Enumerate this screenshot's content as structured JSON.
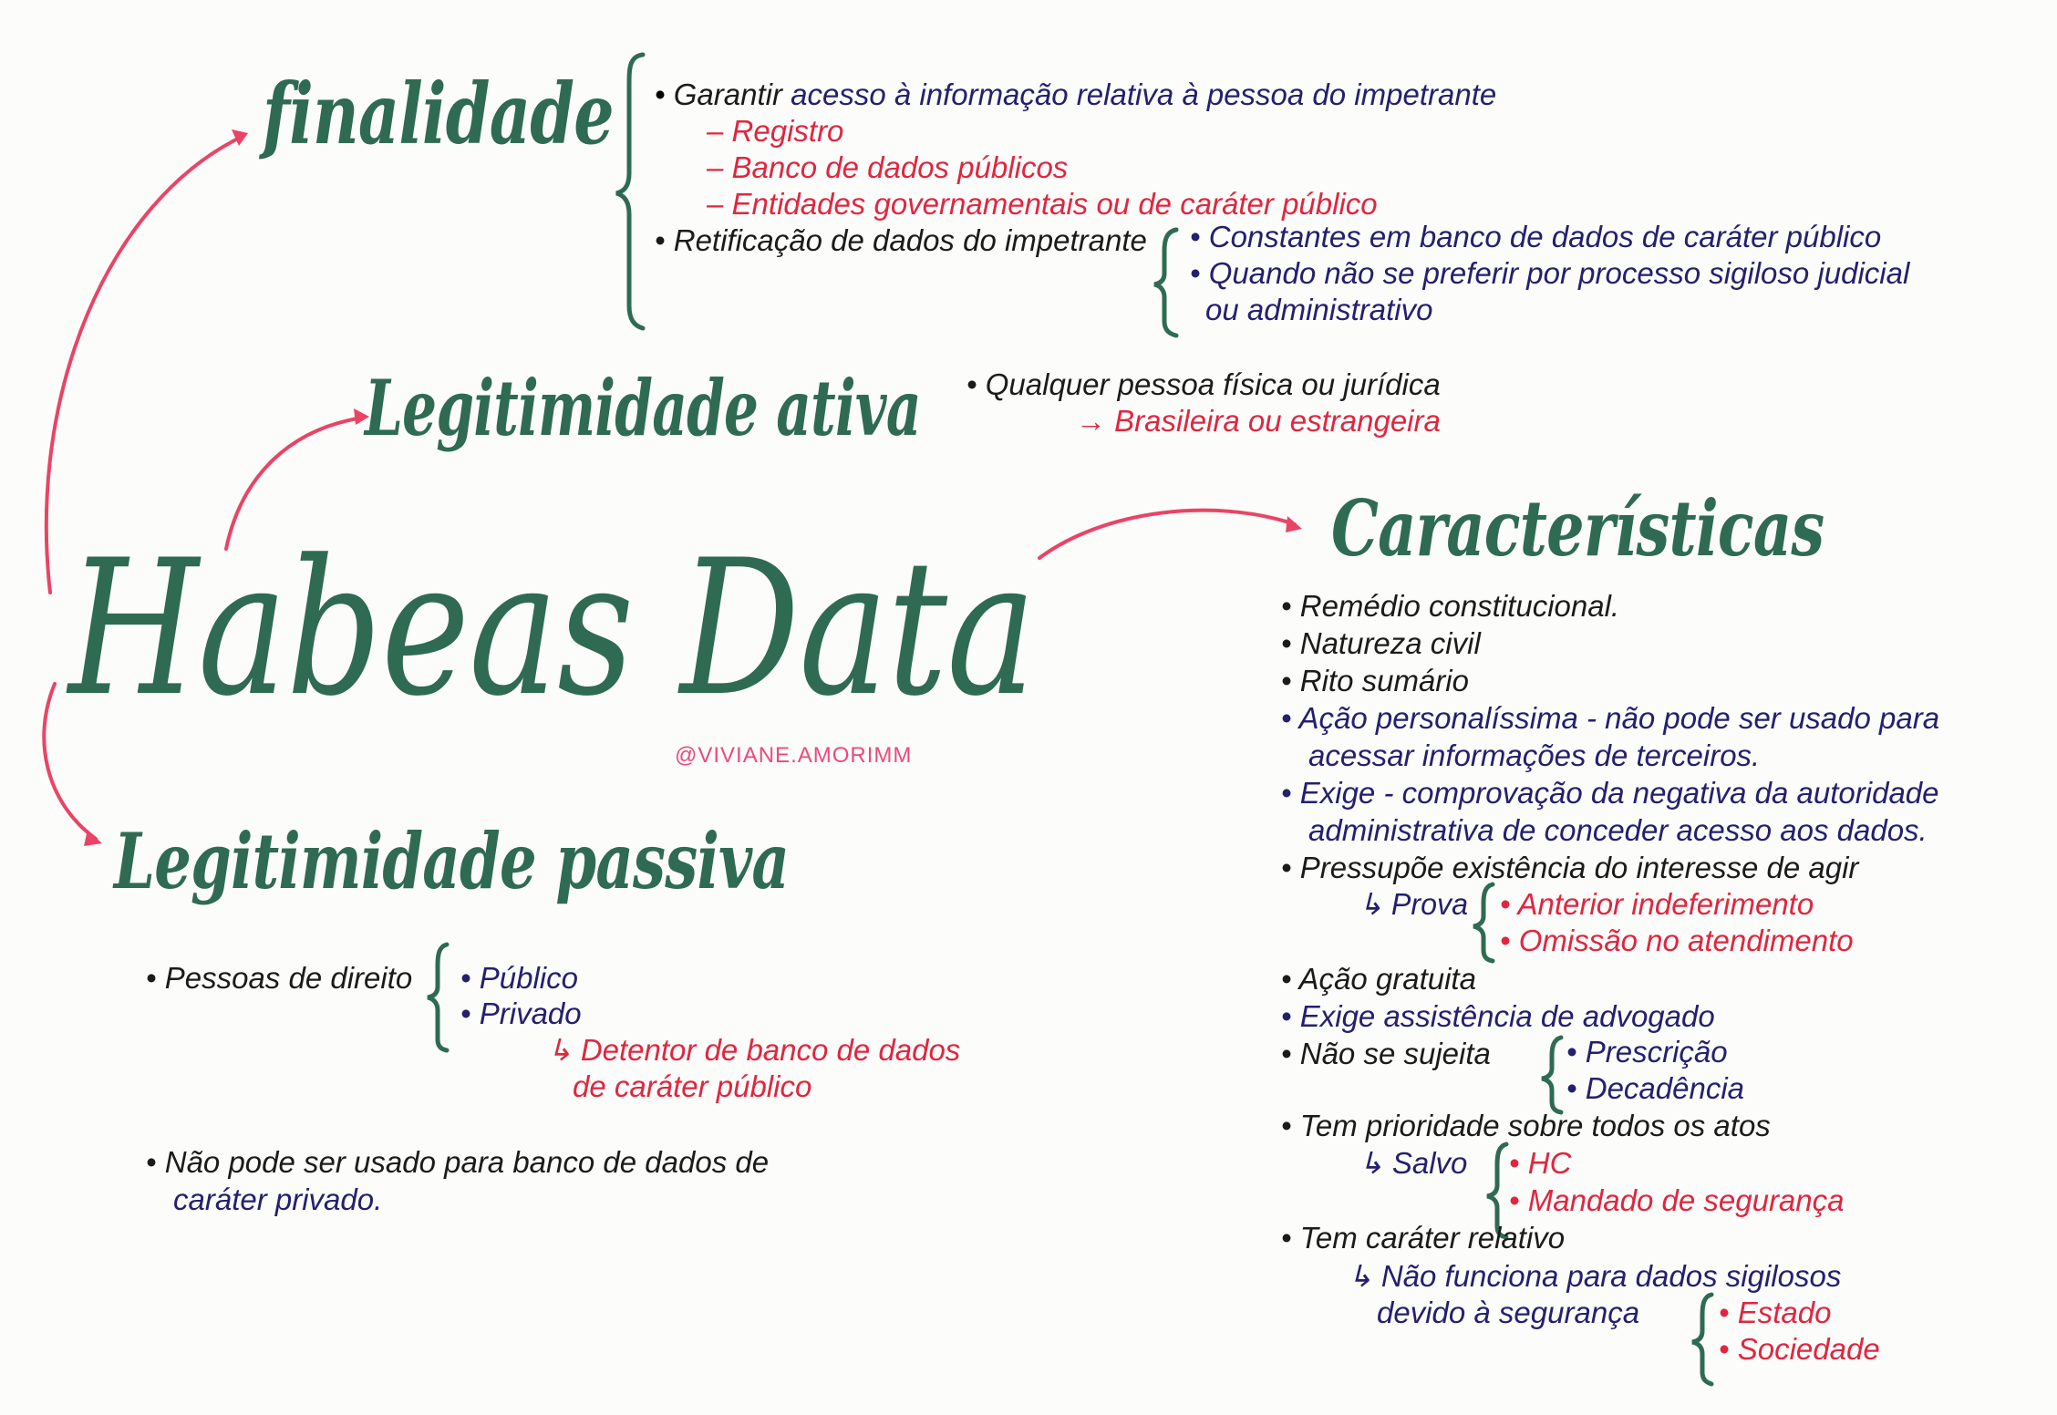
{
  "colors": {
    "title": "#2f6b52",
    "arrow": "#e94466",
    "text_dark": "#1b1b1b",
    "text_navy": "#24206e",
    "text_red": "#e0263f",
    "brace": "#2f6b52"
  },
  "center": {
    "title": "Habeas Data",
    "signature": "@VIVIANE.AMORIMM"
  },
  "finalidade": {
    "title": "finalidade",
    "item1_lead": "Garantir",
    "item1_rest": "acesso à informação relativa à pessoa do impetrante",
    "item1_subs": [
      "Registro",
      "Banco de dados públicos",
      "Entidades governamentais ou de caráter público"
    ],
    "item2": "Retificação de dados do impetrante",
    "item2_subs": [
      "Constantes em banco de dados de caráter público",
      "Quando não se preferir por processo sigiloso judicial",
      "ou administrativo"
    ]
  },
  "ativa": {
    "title": "Legitimidade ativa",
    "item": "Qualquer pessoa física ou jurídica",
    "sub": "Brasileira ou estrangeira"
  },
  "passiva": {
    "title": "Legitimidade passiva",
    "item": "Pessoas de direito",
    "subs": [
      "Público",
      "Privado"
    ],
    "detail": [
      "Detentor de banco de dados",
      "de caráter público"
    ],
    "note": [
      "Não pode ser usado para banco de dados de",
      "caráter privado."
    ]
  },
  "caracteristicas": {
    "title": "Características",
    "items": [
      "Remédio constitucional.",
      "Natureza civil",
      "Rito sumário",
      "Ação personalíssima - não pode ser usado para",
      "acessar informações de terceiros.",
      "Exige - comprovação da negativa da autoridade",
      "administrativa de conceder acesso aos dados.",
      "Pressupõe existência do interesse de agir"
    ],
    "prova_label": "Prova",
    "prova_subs": [
      "Anterior indeferimento",
      "Omissão no atendimento"
    ],
    "items2": [
      "Ação gratuita",
      "Exige assistência de advogado",
      "Não se sujeita"
    ],
    "sujeita_subs": [
      "Prescrição",
      "Decadência"
    ],
    "prioridade": "Tem prioridade sobre todos os atos",
    "salvo_label": "Salvo",
    "salvo_subs": [
      "HC",
      "Mandado de segurança"
    ],
    "relativo": "Tem caráter relativo",
    "relativo_sub": [
      "Não funciona para dados sigilosos",
      "devido à segurança"
    ],
    "relativo_subs": [
      "Estado",
      "Sociedade"
    ]
  }
}
